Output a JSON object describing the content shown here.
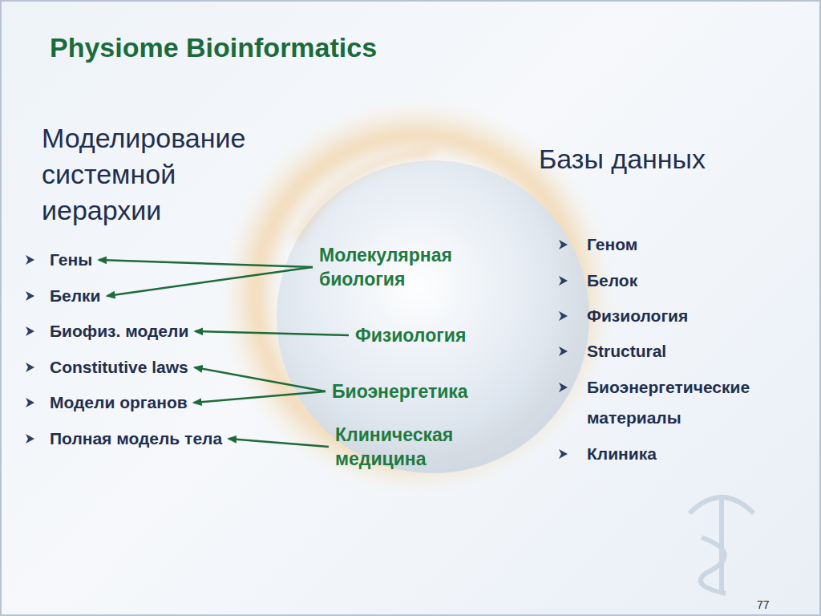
{
  "diagram": {
    "title": "Physiome Bioinformatics",
    "nodes": [
      {
        "text": [
          "Гены"
        ]
      },
      {
        "text": [
          "Белки"
        ]
      },
      {
        "text": [
          "Биофиз. модели"
        ]
      },
      {
        "text": [
          "Constitutive laws"
        ]
      },
      {
        "text": [
          "Модели органов"
        ]
      },
      {
        "text": [
          "Полная модель тела"
        ]
      },
      {
        "text": [
          "Молекулярная биология"
        ]
      },
      {
        "text": [
          "Физиология"
        ]
      },
      {
        "text": [
          "Биоэнергетика"
        ]
      },
      {
        "text": [
          "Клиническая медицина"
        ]
      }
    ],
    "edges": [
      {
        "from": 6,
        "to": 0,
        "arrow": "to"
      },
      {
        "from": 6,
        "to": 1,
        "arrow": "to"
      },
      {
        "from": 7,
        "to": 2,
        "arrow": "to"
      },
      {
        "from": 8,
        "to": 3,
        "arrow": "to"
      },
      {
        "from": 8,
        "to": 4,
        "arrow": "to"
      },
      {
        "from": 9,
        "to": 5,
        "arrow": "to"
      }
    ],
    "labels": [
      "Моделирование системной иерархии",
      "Базы данных",
      "Геном",
      "Белок",
      "Физиология",
      "Structural",
      "Биоэнергетические материалы",
      "Клиника",
      "77"
    ]
  }
}
